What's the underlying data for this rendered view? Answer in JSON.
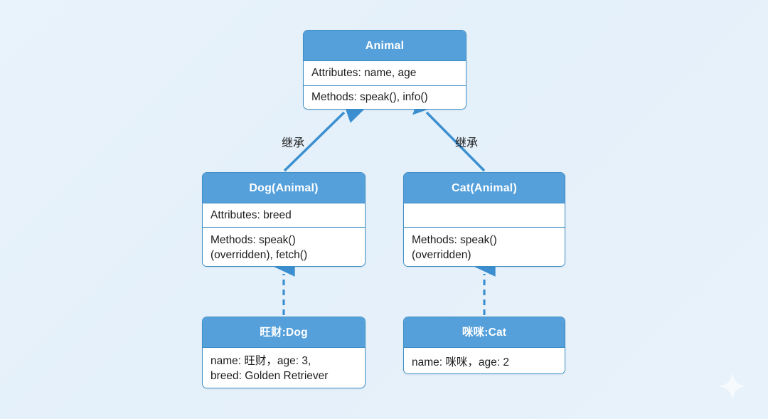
{
  "diagram": {
    "type": "uml-class-diagram",
    "accent_color": "#55a0db",
    "border_color": "#3e8ec4",
    "background_color": "#e6f1fa",
    "text_color": "#1d1d1d",
    "header_text_color": "#ffffff"
  },
  "classes": {
    "animal": {
      "name": "Animal",
      "attributes": "Attributes: name, age",
      "methods": "Methods: speak(), info()"
    },
    "dog": {
      "name": "Dog(Animal)",
      "attributes": "Attributes: breed",
      "methods": "Methods: speak()\n(overridden), fetch()"
    },
    "cat": {
      "name": "Cat(Animal)",
      "attributes": "",
      "methods": "Methods: speak()\n(overridden)"
    }
  },
  "instances": {
    "dog_instance": {
      "name": "旺财:Dog",
      "fields": "name: 旺财，age: 3,\nbreed: Golden Retriever"
    },
    "cat_instance": {
      "name": "咪咪:Cat",
      "fields": "name: 咪咪，age: 2"
    }
  },
  "edges": {
    "inherit_left_label": "继承",
    "inherit_right_label": "继承",
    "inheritance_style": "solid-line-filled-triangle-arrow",
    "instantiation_style": "dashed-line-filled-triangle-arrow"
  },
  "decoration": {
    "sparkle": "sparkle-icon"
  }
}
